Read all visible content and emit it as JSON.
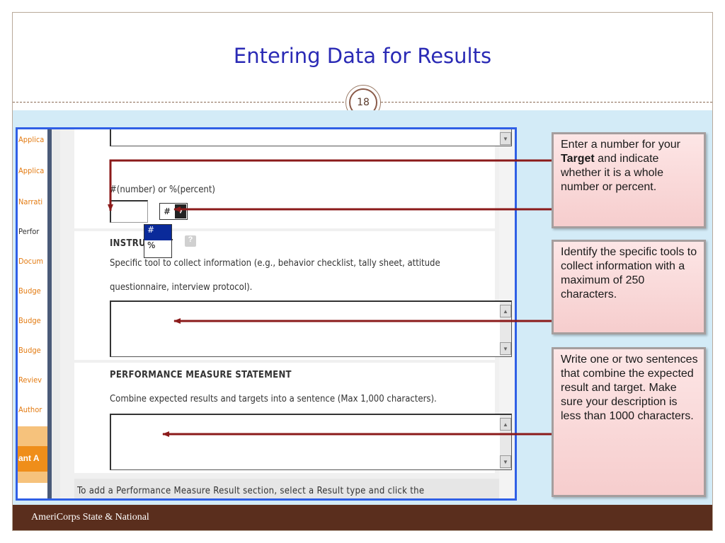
{
  "slide": {
    "title": "Entering Data for Results",
    "page_number": "18",
    "footer": "AmeriCorps State & National"
  },
  "screenshot": {
    "nav_items": [
      "Applica",
      "Applica",
      "Narrati",
      "Perfor",
      "Docum",
      "Budge",
      "Budge",
      "Budge",
      "Reviev",
      "Author"
    ],
    "nav_highlight": "ant A",
    "target_label": "#(number) or %(percent)",
    "select_value": "#",
    "dropdown_options": [
      "#",
      "%"
    ],
    "instrument_heading": "INSTRUMENT",
    "help_icon": "?",
    "instrument_desc_line1": "Specific tool to collect information (e.g., behavior checklist, tally sheet, attitude",
    "instrument_desc_line2": "questionnaire, interview protocol).",
    "pms_heading": "PERFORMANCE MEASURE STATEMENT",
    "pms_desc": "Combine expected results and targets into a sentence (Max 1,000 characters).",
    "bottom_text": "To add a Performance Measure Result section, select a Result type and click the"
  },
  "callouts": {
    "target_pre": "Enter a number for your ",
    "target_bold": "Target",
    "target_post": " and indicate whether it is a whole number or percent.",
    "instrument": "Identify the specific tools to collect information with a maximum of 250 characters.",
    "statement": "Write one or two sentences that combine the expected result and target. Make sure your description is less than 1000 characters."
  },
  "colors": {
    "title": "#2a2ab5",
    "footer_bg": "#5a2e1d",
    "content_bg": "#d3ebf7",
    "screenshot_border": "#2f5fe6",
    "arrow": "#8b1a1a"
  }
}
